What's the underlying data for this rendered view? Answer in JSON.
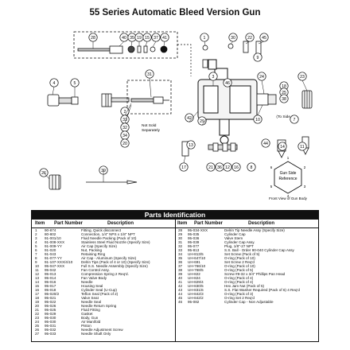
{
  "title": "55 Series Automatic Bleed Version Gun",
  "diagram": {
    "callouts": [
      "28",
      "40",
      "35",
      "19",
      "15",
      "37",
      "41",
      "1",
      "30",
      "22",
      "45",
      "4",
      "5",
      "3",
      "24",
      "23",
      "9",
      "18",
      "25",
      "38",
      "31",
      "2",
      "33",
      "32",
      "34",
      "20",
      "46",
      "42",
      "29",
      "10",
      "7",
      "17",
      "21",
      "36",
      "12",
      "16",
      "44",
      "14",
      "11",
      "26",
      "39",
      "8",
      "13"
    ],
    "labels": {
      "not_sold": "Not Sold\nSeparately",
      "to_side_3": "(To Side 3)",
      "gun_side_reference": "Gun Side\nReference",
      "front_view": "Front View of Gun Body",
      "side_numbers": [
        "1",
        "2",
        "3",
        "4",
        "5",
        "6"
      ]
    }
  },
  "parts": {
    "header": "Parts Identification",
    "col_item": "Item",
    "col_part": "Part Number",
    "col_desc": "Description",
    "left": [
      [
        "1",
        "90-874",
        "Fitting, Quick disconnect"
      ],
      [
        "2",
        "80-802",
        "Connection, 1/4\" NPS x 1/8\" NPT"
      ],
      [
        "3",
        "91-001/10",
        "Fluid Needle Packing (Pack of 10)"
      ],
      [
        "4",
        "91-008-XXX",
        "Stainless Steel Fluid Nozzle (Specify Size)"
      ],
      [
        "5",
        "91-009-YY",
        "Air Cap (Specify Size)"
      ],
      [
        "6",
        "91-020",
        "Nut, Packing"
      ],
      [
        "7",
        "91-043",
        "Retaining Ring"
      ],
      [
        "8",
        "91-077-YY",
        "Air Cap - Aluminum (Specify Size)"
      ],
      [
        "9",
        "91-107-XXX/4/10",
        "Delrin Tips (Pack of 4 or 10) (Specify Size)"
      ],
      [
        "10",
        "95-047-XXX",
        "Full S.S. Needle Assembly (Specify Size)"
      ],
      [
        "11",
        "95-042",
        "Fan Control Assy."
      ],
      [
        "12",
        "95-013",
        "Compression Spring 2 Req'd."
      ],
      [
        "13",
        "95-014",
        "Fan Valve Body"
      ],
      [
        "14",
        "95-016",
        "Needle"
      ],
      [
        "15",
        "95-017",
        "Housing Seal"
      ],
      [
        "16",
        "95-018",
        "Cylinder Seal (U-Cup)"
      ],
      [
        "17",
        "95-020/2",
        "Teflon Seal (Pack of 2)"
      ],
      [
        "18",
        "95-021",
        "Valve Seat"
      ],
      [
        "19",
        "95-022",
        "Needle Seal"
      ],
      [
        "20",
        "95-026",
        "Needle Return Spring"
      ],
      [
        "21",
        "95-025",
        "Fluid Fitting"
      ],
      [
        "22",
        "95-029",
        "Gasket"
      ],
      [
        "23",
        "95-030",
        "Body, Gun"
      ],
      [
        "24",
        "95-030",
        "Air Manifold"
      ],
      [
        "25",
        "95-031",
        "Piston"
      ],
      [
        "26",
        "95-032",
        "Needle Adjustment Screw"
      ],
      [
        "27",
        "95-033",
        "Needle Shaft Only"
      ]
    ],
    "right": [
      [
        "28",
        "95-034-XXX",
        "Delrin Tip Needle Assy (Specify Size)"
      ],
      [
        "29",
        "95-035",
        "Cylinder Cap"
      ],
      [
        "30",
        "95-036",
        "Valve Stem"
      ],
      [
        "31",
        "95-039",
        "Cylinder Cap Assy."
      ],
      [
        "32",
        "95-077",
        "Plug, 1/8\"-27 NPT"
      ],
      [
        "33",
        "95-813",
        "S.S. Ball - Order 90-040 Cylinder Cap Assy"
      ],
      [
        "34",
        "UH-813/5",
        "Set Screw (Pack of 5)"
      ],
      [
        "35",
        "UH-647/10",
        "O-ring (Pack of 10)"
      ],
      [
        "36",
        "UH-691",
        "Set Screw 2 Req'd"
      ],
      [
        "37",
        "UH-766/10",
        "O-ring (Pack of 10)"
      ],
      [
        "38",
        "UH-768/5",
        "O-ring (Pack of 5)"
      ],
      [
        "39",
        "UH-822",
        "Screw #8-32 x 3/4\" Phillips Pan Head"
      ],
      [
        "40",
        "UH-824",
        "O-ring (Pack of 4)"
      ],
      [
        "41",
        "UH-829/4",
        "O-ring (Pack of 4)"
      ],
      [
        "42",
        "UH-830/5",
        "Hex Jam Nut (Pack of 5)"
      ],
      [
        "43",
        "UH-831/6",
        "S.S. Flat Washer Required (Pack of 6) 4 Req'd"
      ],
      [
        "44",
        "UH-842/3",
        "O-ring (Pack of 3)"
      ],
      [
        "45",
        "UH-842/2",
        "O-ring Set 2 Req'd"
      ],
      [
        "46",
        "95-082",
        "Cylinder Cap - Non Adjustable"
      ]
    ]
  }
}
